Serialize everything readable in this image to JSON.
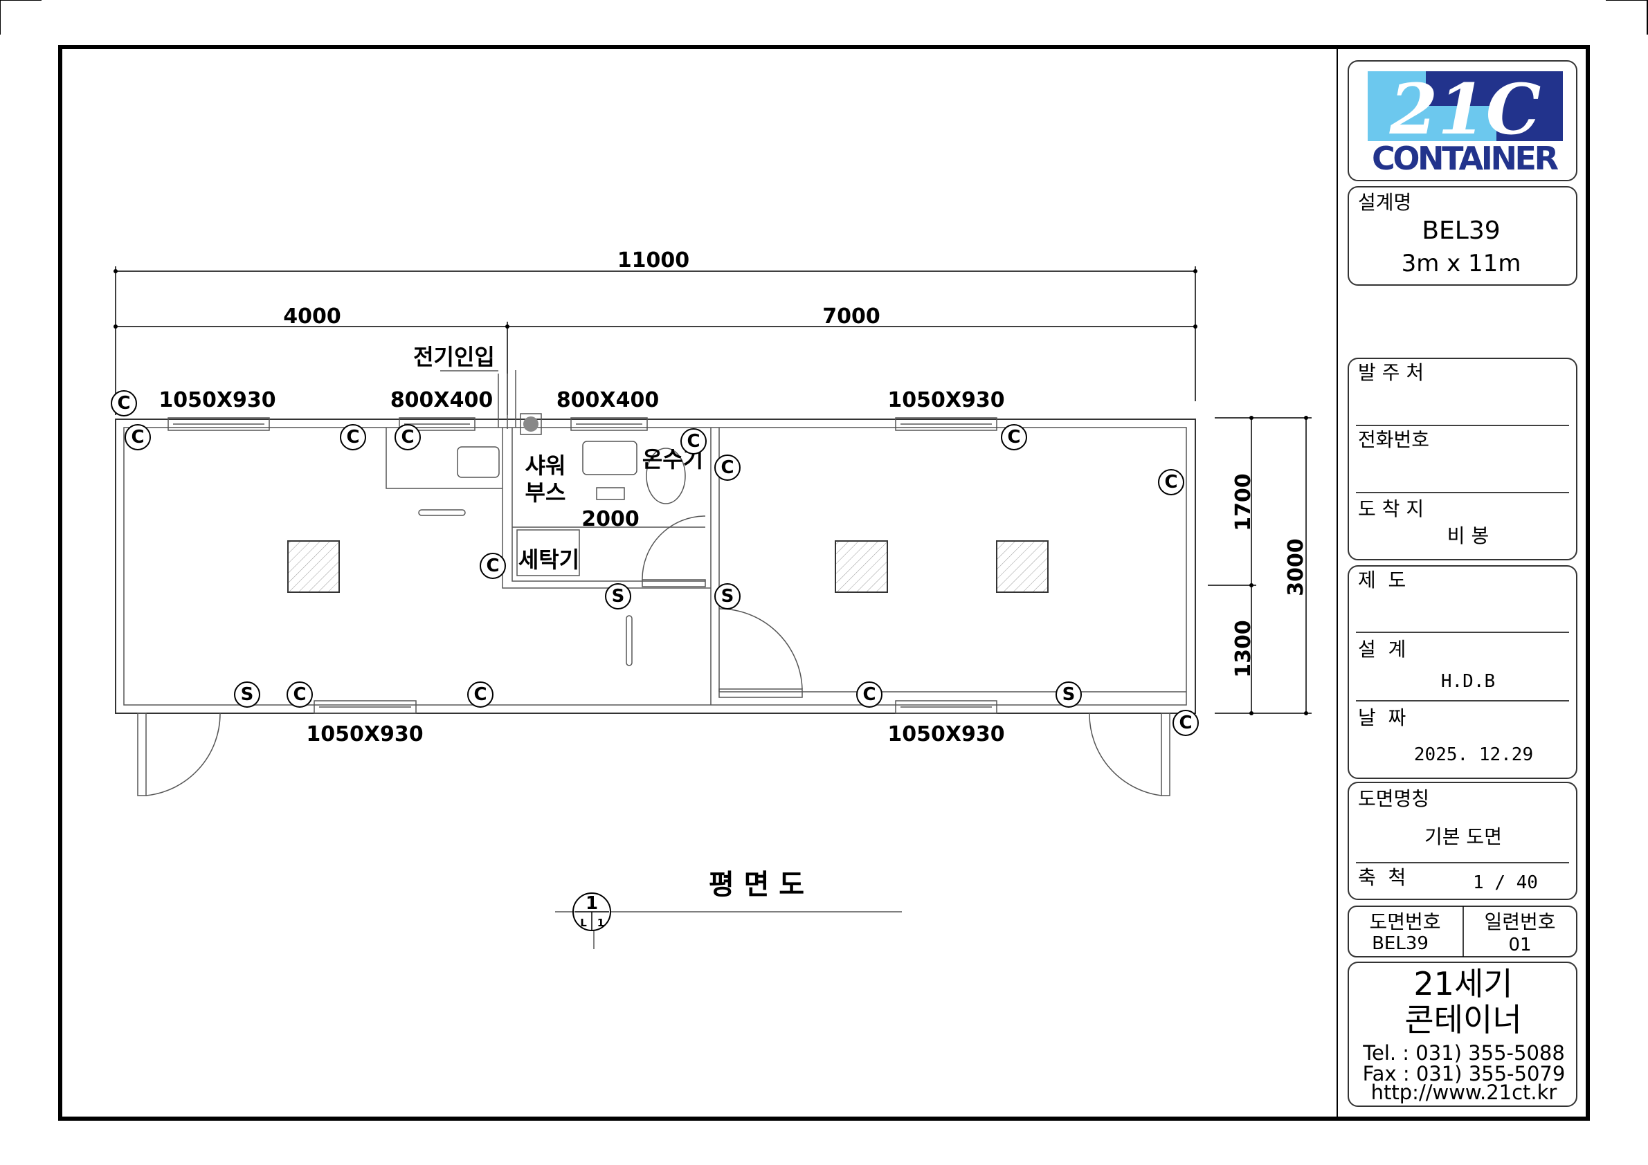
{
  "logo": {
    "number": "21C",
    "word": "CONTAINER",
    "colors": {
      "light": "#6cc8ee",
      "dark": "#22338c"
    }
  },
  "title_block": {
    "design_name_label": "설계명",
    "design_name": "BEL39",
    "design_size": "3m x 11m",
    "client_label": "발 주 처",
    "phone_label": "전화번호",
    "destination_label": "도 착 지",
    "destination": "비 봉",
    "drafter_label": "제  도",
    "designer_label": "설  계",
    "designer": "H.D.B",
    "date_label": "날  짜",
    "date": "2025. 12.29",
    "drawing_name_label": "도면명칭",
    "drawing_name": "기본 도면",
    "scale_label": "축  척",
    "scale": "1 / 40",
    "drawing_no_label": "도면번호",
    "drawing_no": "BEL39",
    "serial_no_label": "일련번호",
    "serial_no": "01",
    "company_line1": "21세기",
    "company_line2": "콘테이너",
    "tel": "Tel. : 031) 355-5088",
    "fax": "Fax : 031) 355-5079",
    "web": "http://www.21ct.kr"
  },
  "plan": {
    "title": "평 면 도",
    "section_marker": {
      "top": "1",
      "left": "L",
      "right": "1"
    },
    "dimensions": {
      "total": "11000",
      "left": "4000",
      "right": "7000",
      "upper": "1700",
      "lower": "1300",
      "height": "3000",
      "bath": "2000"
    },
    "windows": {
      "top1": "1050X930",
      "top2": "800X400",
      "top3": "800X400",
      "top4": "1050X930",
      "bottom1": "1050X930",
      "bottom2": "1050X930"
    },
    "labels": {
      "power_inlet": "전기인입",
      "shower1": "샤워",
      "shower2": "부스",
      "water_heater": "온수기",
      "washer": "세탁기"
    },
    "outlet_c": "C",
    "switch_s": "S"
  }
}
